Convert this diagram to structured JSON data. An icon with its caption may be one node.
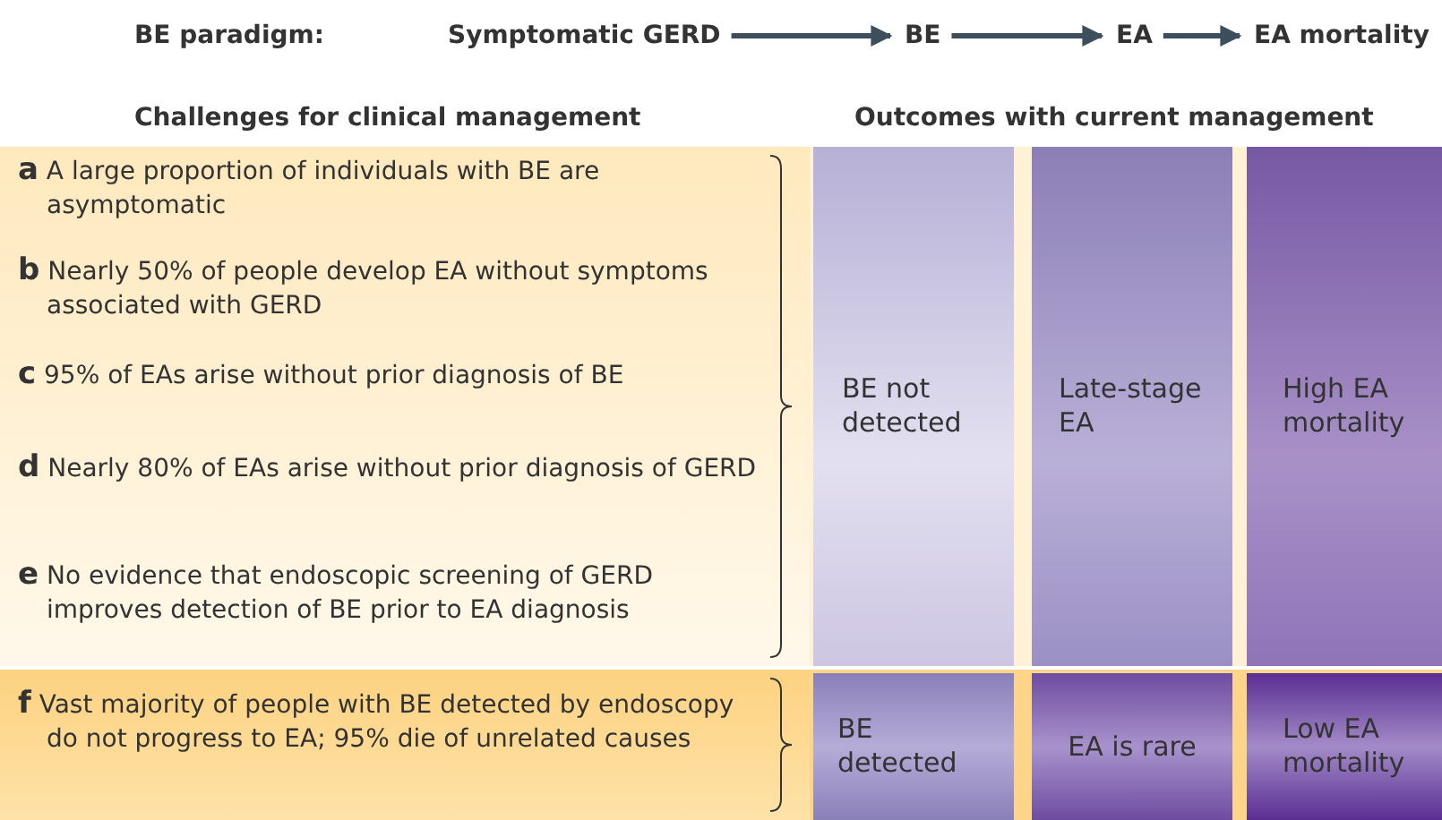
{
  "diagram": {
    "nodes": [
      {
        "text": [
          "**a** A large proportion of individuals with BE are asymptomatic",
          "**b** Nearly 50% of people develop EA without symptoms associated with GERD",
          "**c** 95% of EAs arise without prior diagnosis of BE",
          "**d** Nearly 80% of EAs arise without prior diagnosis of GERD",
          "**e** No evidence that endoscopic screening of GERD improves detection of BE prior to EA diagnosis"
        ]
      },
      {
        "text": [
          "**f** Vast majority of people with BE detected by endoscopy do not progress to EA; 95% die of unrelated causes"
        ]
      },
      {
        "text": [
          "BE not detected"
        ]
      },
      {
        "text": [
          "Late-stage EA"
        ]
      },
      {
        "text": [
          "High EA mortality"
        ]
      },
      {
        "text": [
          "BE detected"
        ]
      },
      {
        "text": [
          "EA is rare"
        ]
      },
      {
        "text": [
          "Low EA mortality"
        ]
      },
      {
        "text": [
          "Symptomatic GERD"
        ]
      },
      {
        "text": [
          "BE"
        ]
      },
      {
        "text": [
          "EA"
        ]
      },
      {
        "text": [
          "EA mortality"
        ]
      }
    ],
    "edges": [
      {
        "from": 8,
        "to": 9,
        "arrow": "to"
      },
      {
        "from": 9,
        "to": 10,
        "arrow": "to"
      },
      {
        "from": 10,
        "to": 11,
        "arrow": "to"
      }
    ],
    "labels": [
      "BE paradigm:",
      "Challenges for clinical management",
      "Outcomes with current management"
    ]
  }
}
